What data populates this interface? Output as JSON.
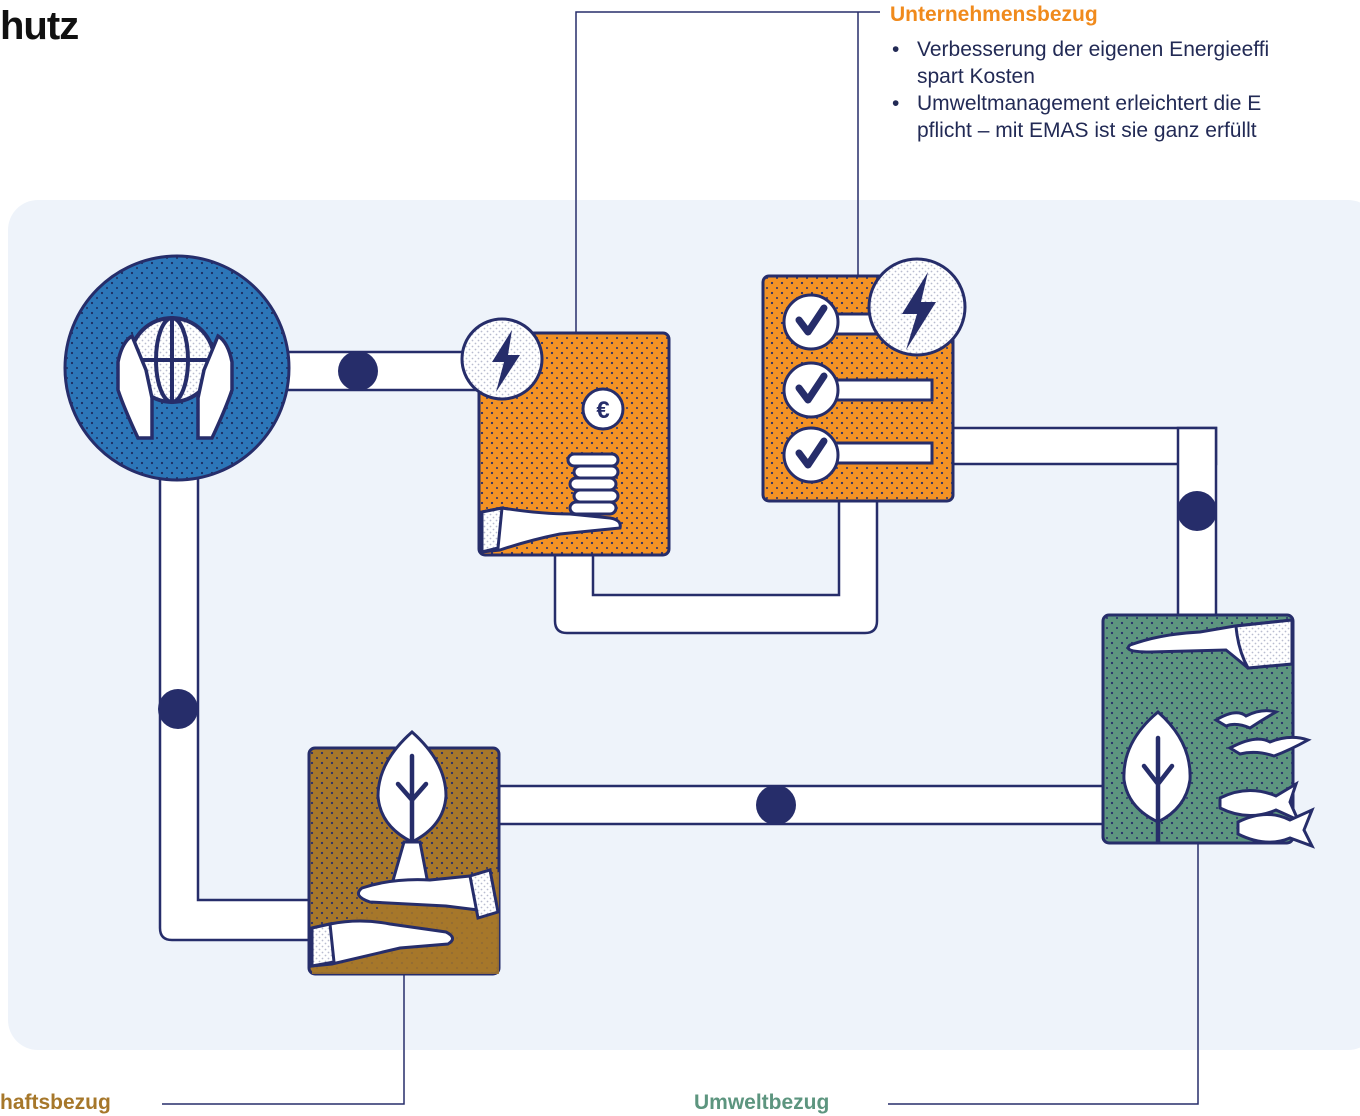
{
  "page": {
    "title": "hutz"
  },
  "unternehmensbezug": {
    "title": "Unternehmensbezug",
    "items": [
      "Verbesserung der eigenen Energieeffi\nspart Kosten",
      "Umweltmanagement erleichtert die E\npflicht – mit EMAS ist sie ganz erfüllt"
    ]
  },
  "gesellschaftsbezug": {
    "title": "haftsbezug"
  },
  "umweltbezug": {
    "title": "Umweltbezug"
  },
  "icons": {
    "globe_tile": "hands-holding-globe-icon",
    "money_tile": "hand-holding-coins-icon",
    "checklist_tile": "checklist-lightning-icon",
    "environment_tile": "leaf-birds-fish-icon",
    "society_tile": "hands-passing-plant-icon"
  },
  "colors": {
    "navy": "#262d6a",
    "orange": "#f39224",
    "orange_text": "#f08a1c",
    "blue": "#2c76b8",
    "green": "#5d957f",
    "green_text": "#5d957f",
    "brown": "#a6772a",
    "brown_text": "#a6772a",
    "panel": "#eef3fa"
  }
}
